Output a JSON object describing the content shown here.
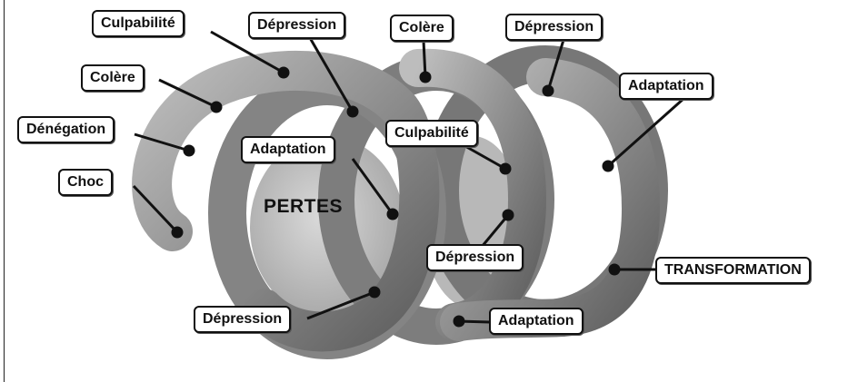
{
  "diagram": {
    "center_label": "PERTES",
    "labels": {
      "culpabilite_1": "Culpabilité",
      "depression_1": "Dépression",
      "colere_1": "Colère",
      "depression_2": "Dépression",
      "colere_2": "Colère",
      "adaptation_1": "Adaptation",
      "denegation": "Dénégation",
      "adaptation_2": "Adaptation",
      "culpabilite_2": "Culpabilité",
      "choc": "Choc",
      "depression_3": "Dépression",
      "transformation": "TRANSFORMATION",
      "depression_4": "Dépression",
      "adaptation_3": "Adaptation"
    },
    "colors": {
      "spiral_fill": "#8c8c8c",
      "spiral_highlight": "#c4c4c4",
      "spiral_shadow": "#5e5e5e",
      "box_border": "#111111",
      "box_fill": "#ffffff"
    }
  }
}
